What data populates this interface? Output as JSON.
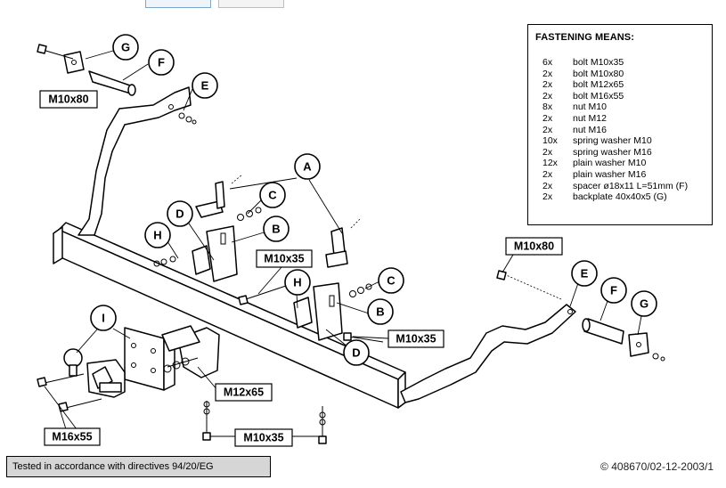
{
  "callouts": {
    "A": "A",
    "B": "B",
    "C": "C",
    "D": "D",
    "E": "E",
    "F": "F",
    "G": "G",
    "H": "H",
    "I": "I"
  },
  "bolt_labels": {
    "m10x80_top": "M10x80",
    "m10x80_right": "M10x80",
    "m10x35_mid": "M10x35",
    "m10x35_right": "M10x35",
    "m10x35_bottom": "M10x35",
    "m12x65": "M12x65",
    "m16x55": "M16x55"
  },
  "legend": {
    "title": "FASTENING MEANS:",
    "items": [
      {
        "qty": "6x",
        "desc": "bolt M10x35"
      },
      {
        "qty": "2x",
        "desc": "bolt M10x80"
      },
      {
        "qty": "2x",
        "desc": "bolt M12x65"
      },
      {
        "qty": "2x",
        "desc": "bolt M16x55"
      },
      {
        "qty": "8x",
        "desc": "nut M10"
      },
      {
        "qty": "2x",
        "desc": "nut M12"
      },
      {
        "qty": "2x",
        "desc": "nut M16"
      },
      {
        "qty": "10x",
        "desc": "spring washer M10"
      },
      {
        "qty": "2x",
        "desc": "spring washer M16"
      },
      {
        "qty": "12x",
        "desc": "plain washer M10"
      },
      {
        "qty": "2x",
        "desc": "plain washer M16"
      },
      {
        "qty": "2x",
        "desc": "spacer ø18x11 L=51mm (F)"
      },
      {
        "qty": "2x",
        "desc": "backplate 40x40x5 (G)"
      }
    ]
  },
  "footer": {
    "tested": "Tested in accordance with directives 94/20/EG",
    "copyright": "© 408670/02-12-2003/1"
  }
}
